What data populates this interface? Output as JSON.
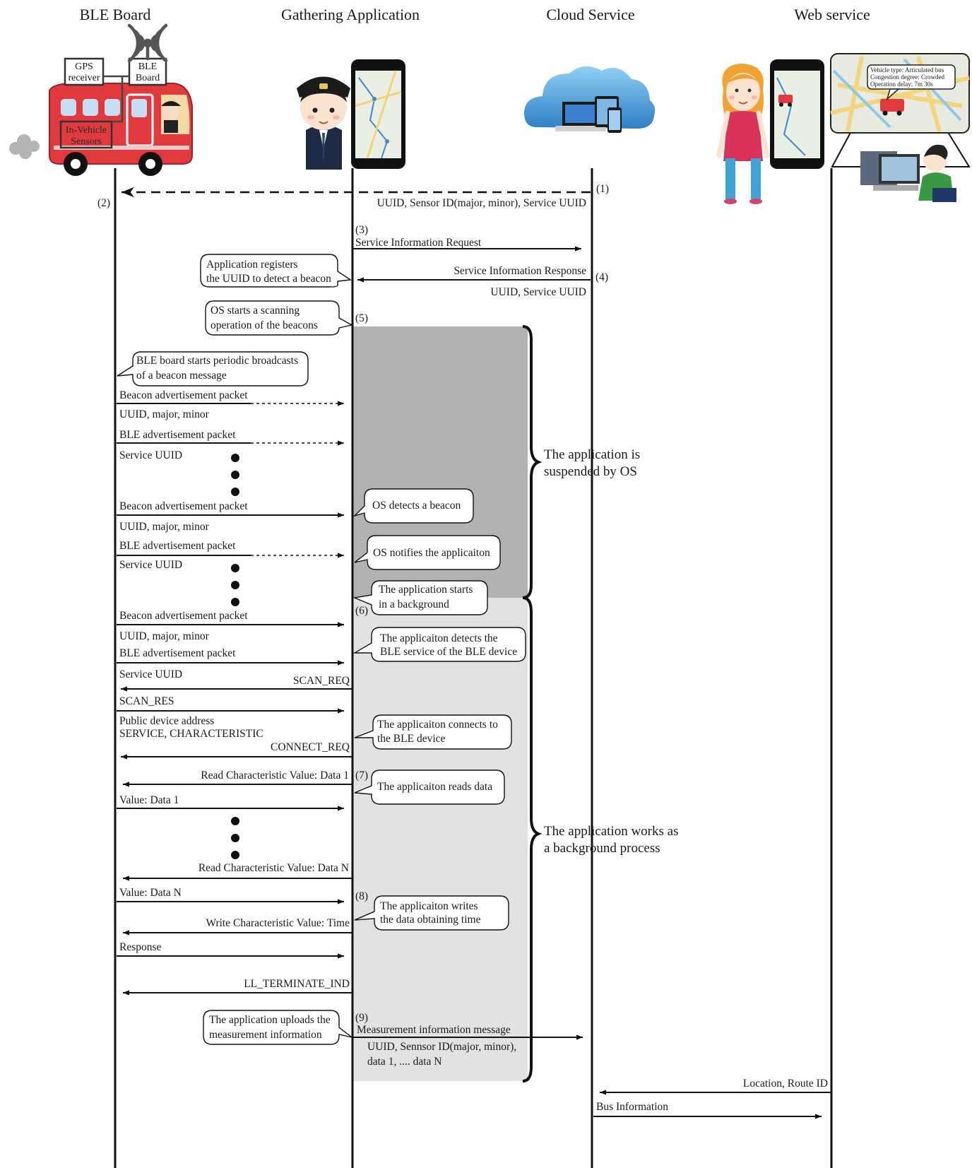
{
  "headers": {
    "ble_board": "BLE Board",
    "gathering": "Gathering Application",
    "cloud": "Cloud Service",
    "web": "Web service"
  },
  "bus": {
    "gps": [
      "GPS",
      "receiver"
    ],
    "ble": [
      "BLE",
      "Board"
    ],
    "sensors": [
      "In-Vehicle",
      "Sensors"
    ]
  },
  "map_popup": {
    "lines": [
      "Vehicle type: Articulated bus",
      "Congestion degree: Crowded",
      "Operation delay: 7m 30s"
    ]
  },
  "steps": {
    "s1": "(1)",
    "s2": "(2)",
    "s3": "(3)",
    "s4": "(4)",
    "s5": "(5)",
    "s6": "(6)",
    "s7": "(7)",
    "s8": "(8)",
    "s9": "(9)"
  },
  "messages": {
    "m1": "UUID, Sensor ID(major, minor), Service UUID",
    "m3": "Service Information Request",
    "m4": "Service Information Response",
    "m4b": "UUID, Service UUID",
    "beacon_adv": "Beacon advertisement packet",
    "uuid_major_minor": "UUID, major, minor",
    "ble_adv": "BLE advertisement packet",
    "service_uuid": "Service UUID",
    "scan_req": "SCAN_REQ",
    "scan_res": "SCAN_RES",
    "public_addr": "Public device address",
    "svc_char": "SERVICE, CHARACTERISTIC",
    "connect_req": "CONNECT_REQ",
    "read1": "Read Characteristic Value: Data 1",
    "value1": "Value: Data 1",
    "readN": "Read Characteristic Value: Data N",
    "valueN": "Value: Data N",
    "write_time": "Write Characteristic Value: Time",
    "response": "Response",
    "ll_term": "LL_TERMINATE_IND",
    "meas_msg": "Measurement information message",
    "meas_p1": "UUID, Sennsor ID(major, minor),",
    "meas_p2": "data 1, .... data N",
    "location": "Location, Route ID",
    "bus_info": "Bus Information"
  },
  "notes": {
    "register": [
      "Application registers",
      "the UUID to detect a beacon"
    ],
    "scanning": [
      "OS starts a scanning",
      "operation of the beacons"
    ],
    "broadcast": [
      "BLE board starts periodic broadcasts",
      "of a beacon message"
    ],
    "detect": [
      "OS detects a beacon"
    ],
    "notify": [
      "OS notifies the applicaiton"
    ],
    "starts_bg": [
      "The application starts",
      "in a background"
    ],
    "detects_service": [
      "The applicaiton detects the",
      "BLE service of the BLE device"
    ],
    "connects": [
      "The applicaiton connects to",
      "the BLE device"
    ],
    "reads": [
      "The applicaiton reads data"
    ],
    "writes": [
      "The applicaiton writes",
      "the data obtaining time"
    ],
    "uploads": [
      "The application uploads the",
      "measurement information"
    ]
  },
  "phases": {
    "suspended": [
      "The application is",
      "suspended by OS"
    ],
    "background": [
      "The application works as",
      "a background process"
    ]
  },
  "colors": {
    "suspended_region": "#b2b2b3",
    "background_region": "#e2e2e2",
    "bus_red": "#e03a3e",
    "cloud_blue": "#3b8fd0"
  }
}
